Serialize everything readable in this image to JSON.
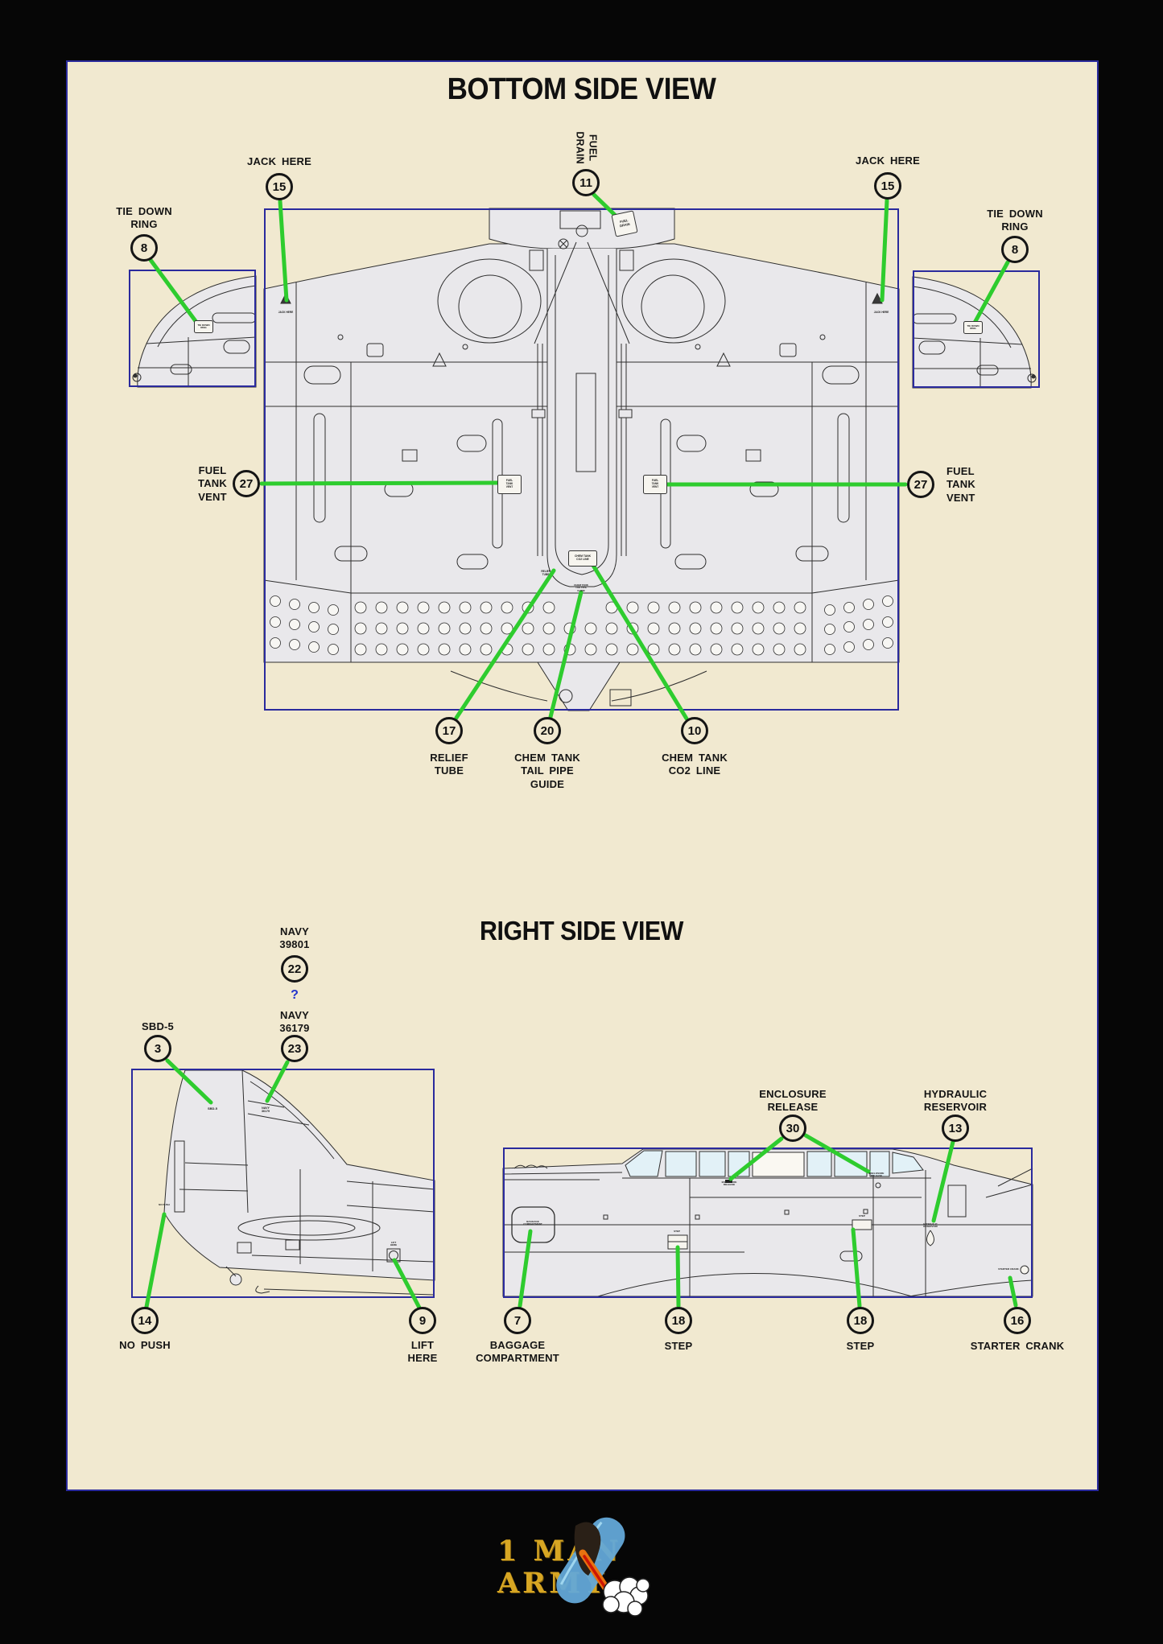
{
  "colors": {
    "background": "#060606",
    "panel": "#f1e9d0",
    "border_navy": "#2a2a9d",
    "leader_green": "#2ecc2e",
    "ink": "#141414",
    "airframe_fill": "#e9e8eb",
    "airframe_line": "#2e2e2e",
    "canopy_glass": "#e2f1f7",
    "question_mark_blue": "#2233cc",
    "logo_gold": "#d7a623",
    "logo_blue": "#63a8d8"
  },
  "bottom_view": {
    "title": "BOTTOM SIDE VIEW",
    "callouts": {
      "jack_here_left": {
        "number": "15",
        "label": "JACK HERE"
      },
      "fuel_drain": {
        "number": "11",
        "label": "FUEL\nDRAIN"
      },
      "jack_here_right": {
        "number": "15",
        "label": "JACK HERE"
      },
      "tie_down_left": {
        "number": "8",
        "label": "TIE DOWN\nRING"
      },
      "tie_down_right": {
        "number": "8",
        "label": "TIE DOWN\nRING"
      },
      "fuel_tank_vent_left": {
        "number": "27",
        "label": "FUEL\nTANK\nVENT"
      },
      "fuel_tank_vent_right": {
        "number": "27",
        "label": "FUEL\nTANK\nVENT"
      },
      "relief_tube": {
        "number": "17",
        "label": "RELIEF\nTUBE"
      },
      "chem_tank_tail_pipe_guide": {
        "number": "20",
        "label": "CHEM TANK\nTAIL PIPE\nGUIDE"
      },
      "chem_tank_co2_line": {
        "number": "10",
        "label": "CHEM TANK\nCO2 LINE"
      }
    }
  },
  "right_view": {
    "title": "RIGHT SIDE VIEW",
    "question_mark": "?",
    "callouts": {
      "navy_39801": {
        "number": "22",
        "label": "NAVY\n39801"
      },
      "navy_36179": {
        "number": "23",
        "label": "NAVY\n36179"
      },
      "sbd5": {
        "number": "3",
        "label": "SBD-5"
      },
      "no_push": {
        "number": "14",
        "label": "NO PUSH"
      },
      "lift_here": {
        "number": "9",
        "label": "LIFT\nHERE"
      },
      "enclosure_release": {
        "number": "30",
        "label": "ENCLOSURE\nRELEASE"
      },
      "hydraulic_reservoir": {
        "number": "13",
        "label": "HYDRAULIC\nRESERVOIR"
      },
      "baggage_compartment": {
        "number": "7",
        "label": "BAGGAGE\nCOMPARTMENT"
      },
      "step_forward": {
        "number": "18",
        "label": "STEP"
      },
      "step_rear": {
        "number": "18",
        "label": "STEP"
      },
      "starter_crank": {
        "number": "16",
        "label": "STARTER CRANK"
      }
    }
  },
  "placards": {
    "jack_here": "JACK HERE",
    "fuel_drain": "FUEL\nDRAIN",
    "tie_down_ring": "TIE DOWN\nRING",
    "fuel_tank_vent": "FUEL\nTANK\nVENT",
    "chem_tank_co2_line": "CHEM TANK\nCO2 LINE",
    "relief_tube": "RELIEF\nTUBE",
    "chem_tank_tail_pipe_guide": "CHEM TANK\nTAIL PIPE\nGUIDE",
    "sbd5": "SBD-5",
    "navy_36179": "NAVY\n36179",
    "no_push": "NO PUSH",
    "lift_here": "LIFT\nHERE",
    "enclosure_release": "ENCLOSURE\nRELEASE",
    "step": "STEP",
    "hydraulic_reservoir": "HYDRAULIC\nRESERVOIR",
    "starter_crank": "STARTER CRANK",
    "baggage_compartment": "BAGGAGE\nCOMPARTMENT"
  },
  "logo": {
    "line1": "1 MAN",
    "line2": "ARMY"
  }
}
